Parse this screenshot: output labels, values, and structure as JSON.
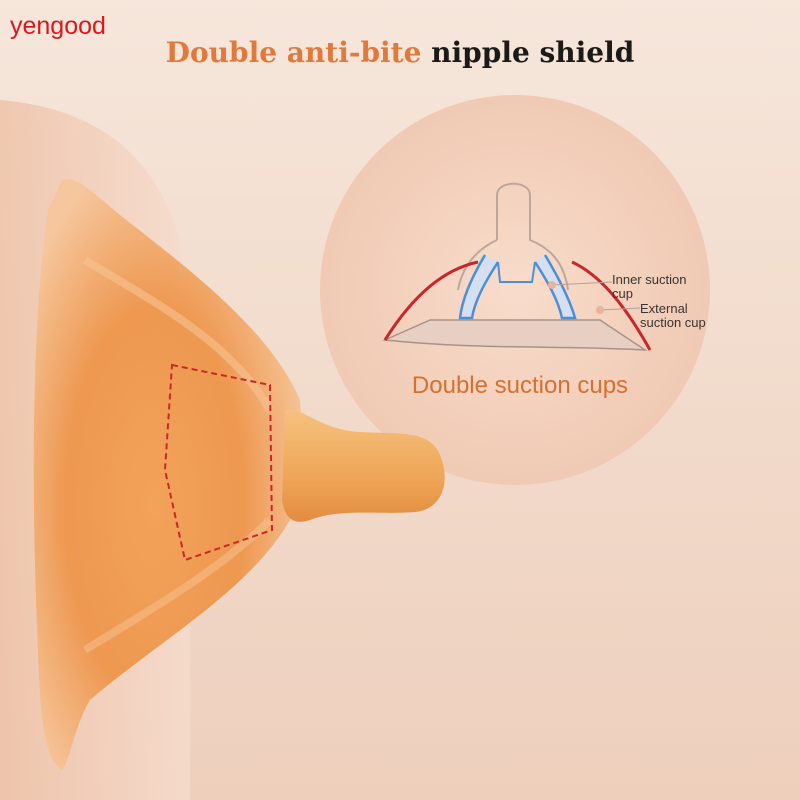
{
  "watermark": "yengood",
  "headline": {
    "accent": "Double anti-bite",
    "dark": "nipple shield"
  },
  "diagram": {
    "caption": "Double suction cups",
    "inner_label_line1": "Inner suction",
    "inner_label_line2": "cup",
    "outer_label_line1": "External",
    "outer_label_line2": "suction cup"
  },
  "colors": {
    "accent": "#e07a3c",
    "headline_dark": "#1c1a18",
    "watermark": "#d8191e",
    "inner_cup": "#4a8fd8",
    "outer_cup": "#c8282a"
  }
}
